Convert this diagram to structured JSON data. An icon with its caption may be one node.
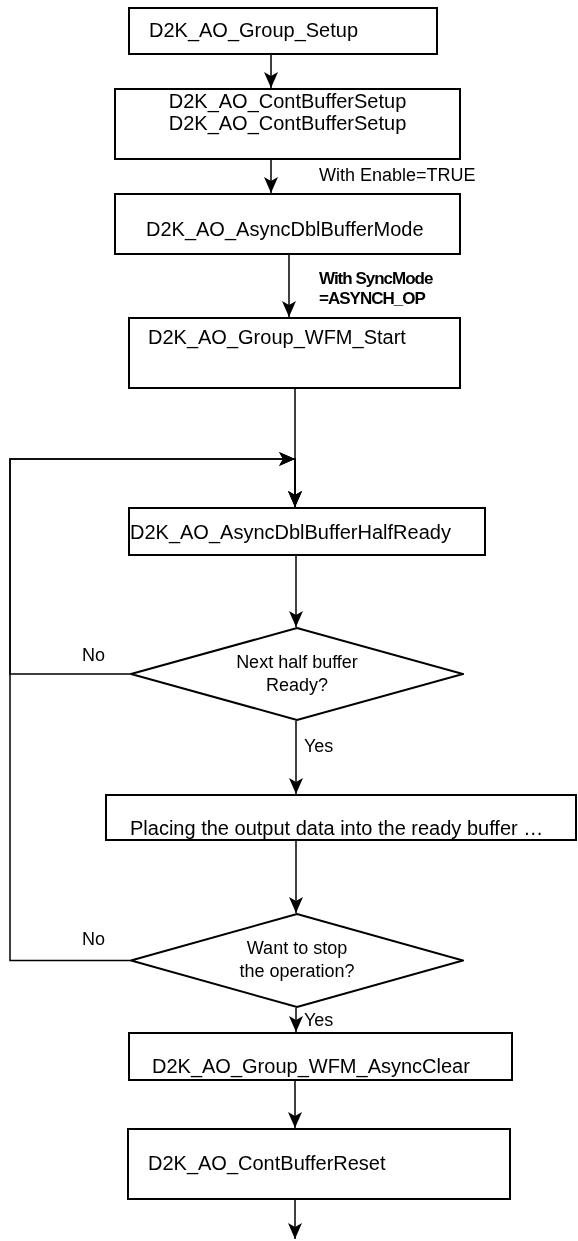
{
  "diagram": {
    "nodes": [
      {
        "text": [
          "D2K_AO_Group_Setup"
        ]
      },
      {
        "text": [
          "D2K_AO_ContBufferSetup",
          "D2K_AO_ContBufferSetup"
        ]
      },
      {
        "text": [
          "D2K_AO_AsyncDblBufferMode"
        ]
      },
      {
        "text": [
          "D2K_AO_Group_WFM_Start"
        ]
      },
      {
        "text": [
          "D2K_AO_AsyncDblBufferHalfReady"
        ]
      },
      {
        "text": [
          "Next half buffer Ready?"
        ]
      },
      {
        "text": [
          "Placing the output data into the ready buffer …"
        ]
      },
      {
        "text": [
          "Want to stop the operation?"
        ]
      },
      {
        "text": [
          "D2K_AO_Group_WFM_AsyncClear"
        ]
      },
      {
        "text": [
          "D2K_AO_ContBufferReset"
        ]
      }
    ],
    "edges": [
      {
        "from": 0,
        "to": 1,
        "arrow": "to"
      },
      {
        "from": 1,
        "to": 2,
        "arrow": "to",
        "label": "With Enable=TRUE"
      },
      {
        "from": 2,
        "to": 3,
        "arrow": "to",
        "label": "With SyncMode =ASYNCH_OP"
      },
      {
        "from": 3,
        "to": 4,
        "arrow": "to"
      },
      {
        "from": 4,
        "to": 5,
        "arrow": "to"
      },
      {
        "from": 5,
        "to": 4,
        "arrow": "to",
        "label": "No"
      },
      {
        "from": 5,
        "to": 6,
        "arrow": "to",
        "label": "Yes"
      },
      {
        "from": 6,
        "to": 7,
        "arrow": "to"
      },
      {
        "from": 7,
        "to": 4,
        "arrow": "to",
        "label": "No"
      },
      {
        "from": 7,
        "to": 8,
        "arrow": "to",
        "label": "Yes"
      },
      {
        "from": 8,
        "to": 9,
        "arrow": "to"
      },
      {
        "from": 9,
        "to": null,
        "arrow": "to"
      }
    ]
  }
}
